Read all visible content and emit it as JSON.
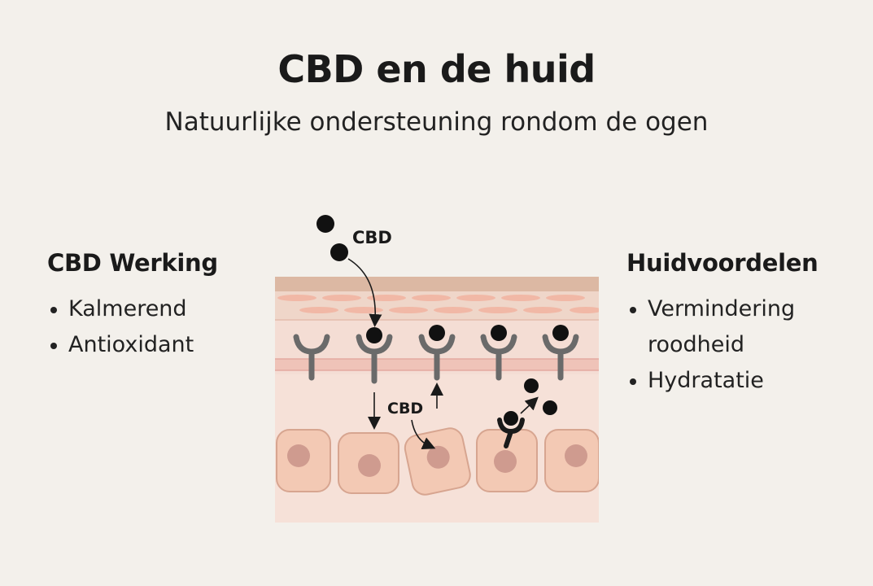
{
  "title": "CBD en de huid",
  "subtitle": "Natuurlijke ondersteuning rondom de ogen",
  "left_panel": {
    "heading": "CBD Werking",
    "items": [
      "Kalmerend",
      "Antioxidant"
    ]
  },
  "right_panel": {
    "heading": "Huidvoordelen",
    "items": [
      "Vermindering roodheid",
      "Hydratatie"
    ]
  },
  "diagram": {
    "top_label": "CBD",
    "middle_label": "CBD"
  },
  "colors": {
    "background": "#f3f0eb",
    "skin_top": "#dcb8a3",
    "skin_layer": "#f4ddd4",
    "cell_fill": "#f3c9b4",
    "nucleus": "#cf9b8f",
    "receptor": "#6a6a6a",
    "molecule": "#111111"
  }
}
